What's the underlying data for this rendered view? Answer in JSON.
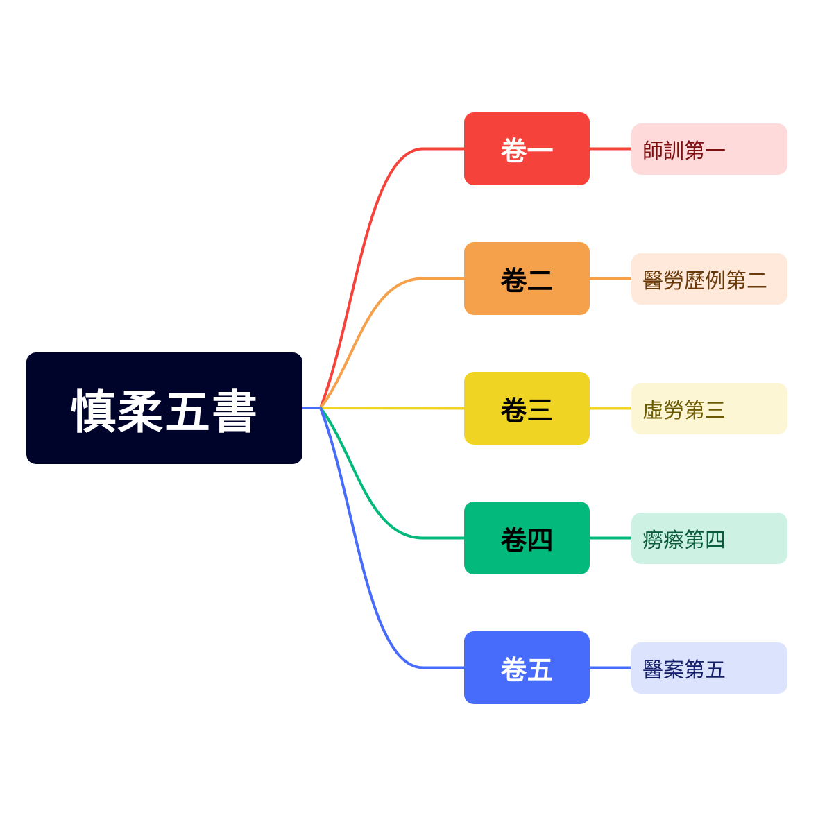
{
  "root": {
    "label": "慎柔五書",
    "bg": "#00042a",
    "text_color": "#ffffff"
  },
  "branches": [
    {
      "label": "卷一",
      "color": "#f5433b",
      "text_color": "#ffffff",
      "leaf": {
        "label": "師訓第一",
        "bg": "#fedada",
        "text_color": "#7c1010"
      }
    },
    {
      "label": "卷二",
      "color": "#f5a04b",
      "text_color": "#000000",
      "leaf": {
        "label": "醫勞歷例第二",
        "bg": "#fee9da",
        "text_color": "#6b3a0a"
      }
    },
    {
      "label": "卷三",
      "color": "#f0d424",
      "text_color": "#000000",
      "leaf": {
        "label": "虛勞第三",
        "bg": "#fdf6d4",
        "text_color": "#6b5a00"
      }
    },
    {
      "label": "卷四",
      "color": "#04b97c",
      "text_color": "#000000",
      "leaf": {
        "label": "癆瘵第四",
        "bg": "#cdf2e4",
        "text_color": "#0b5c3d"
      }
    },
    {
      "label": "卷五",
      "color": "#476cfc",
      "text_color": "#ffffff",
      "leaf": {
        "label": "醫案第五",
        "bg": "#dce3fd",
        "text_color": "#141f6b"
      }
    }
  ]
}
